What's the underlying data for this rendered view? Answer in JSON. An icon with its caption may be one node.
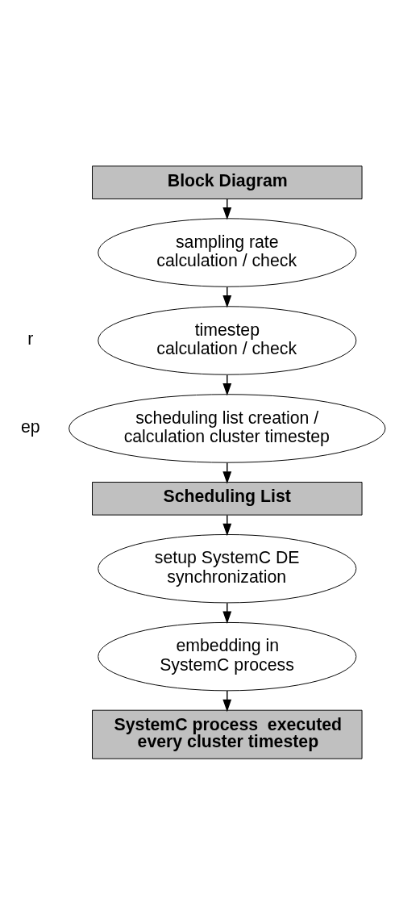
{
  "diagram": {
    "nodes": [
      {
        "text": [
          "Block Diagram"
        ]
      },
      {
        "text": [
          "sampling rate calculation / check"
        ]
      },
      {
        "text": [
          "timestep calculation / check"
        ]
      },
      {
        "text": [
          "scheduling list creation / calculation cluster timestep"
        ]
      },
      {
        "text": [
          "Scheduling List"
        ]
      },
      {
        "text": [
          "setup SystemC DE synchronization"
        ]
      },
      {
        "text": [
          "embedding in SystemC process"
        ]
      },
      {
        "text": [
          "SystemC process  executed every cluster timestep"
        ]
      }
    ],
    "edges": [
      {
        "from": 0,
        "to": 1,
        "arrow": "to"
      },
      {
        "from": 1,
        "to": 2,
        "arrow": "to"
      },
      {
        "from": 2,
        "to": 3,
        "arrow": "to"
      },
      {
        "from": 3,
        "to": 4,
        "arrow": "to"
      },
      {
        "from": 4,
        "to": 5,
        "arrow": "to"
      },
      {
        "from": 5,
        "to": 6,
        "arrow": "to"
      },
      {
        "from": 6,
        "to": 7,
        "arrow": "to"
      }
    ],
    "labels": [
      "r",
      "ep"
    ]
  }
}
